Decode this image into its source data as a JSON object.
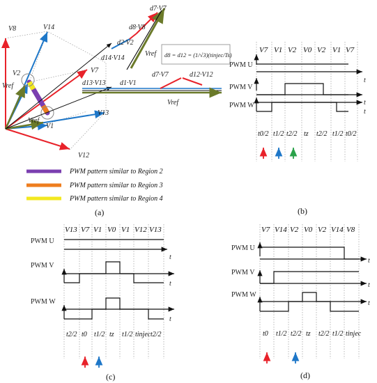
{
  "captions": {
    "a": "(a)",
    "b": "(b)",
    "c": "(c)",
    "d": "(d)"
  },
  "legend": [
    {
      "color": "#7b3fb0",
      "label": "PWM pattern similar to Region 2"
    },
    {
      "color": "#ee7d1e",
      "label": "PWM pattern similar to Region 3"
    },
    {
      "color": "#f3e820",
      "label": "PWM pattern similar to Region 4"
    }
  ],
  "vector_diagram": {
    "vectors": [
      "V8",
      "V14",
      "V2",
      "V7",
      "V13",
      "V1",
      "V12",
      "Vref",
      "Vref"
    ],
    "formula": "d8 = d12 = (1/√3)(tinjec/Ts)",
    "upper_chain": [
      "d14·V14",
      "d2·V2",
      "d8·V8",
      "d7·V7",
      "Vref"
    ],
    "lower_chain": [
      "d13·V13",
      "d1·V1",
      "d7·V7",
      "d12·V12",
      "Vref"
    ]
  },
  "panel_b": {
    "header": [
      "V7",
      "V1",
      "V2",
      "V0",
      "V2",
      "V1",
      "V7"
    ],
    "rows": [
      "PWM U",
      "PWM V",
      "PWM W"
    ],
    "times": [
      "t0/2",
      "t1/2",
      "t2/2",
      "tz",
      "t2/2",
      "t1/2",
      "t0/2"
    ]
  },
  "panel_c": {
    "header": [
      "V13",
      "V7",
      "V1",
      "V0",
      "V1",
      "V12",
      "V13"
    ],
    "rows": [
      "PWM U",
      "PWM V",
      "PWM W"
    ],
    "times": [
      "t2/2",
      "t0",
      "t1/2",
      "tz",
      "t1/2",
      "tinjec",
      "t2/2"
    ]
  },
  "panel_d": {
    "header": [
      "V7",
      "V14",
      "V2",
      "V0",
      "V2",
      "V14",
      "V8"
    ],
    "rows": [
      "PWM U",
      "PWM V",
      "PWM W"
    ],
    "times": [
      "t0",
      "t1/2",
      "t2/2",
      "tz",
      "t2/2",
      "t1/2",
      "tinjec"
    ]
  },
  "axis_label": "t",
  "colors": {
    "red": "#e8222a",
    "blue": "#1e77c8",
    "green": "#2aa24a",
    "olive": "#6b7a2a",
    "purple": "#7b3fb0"
  }
}
